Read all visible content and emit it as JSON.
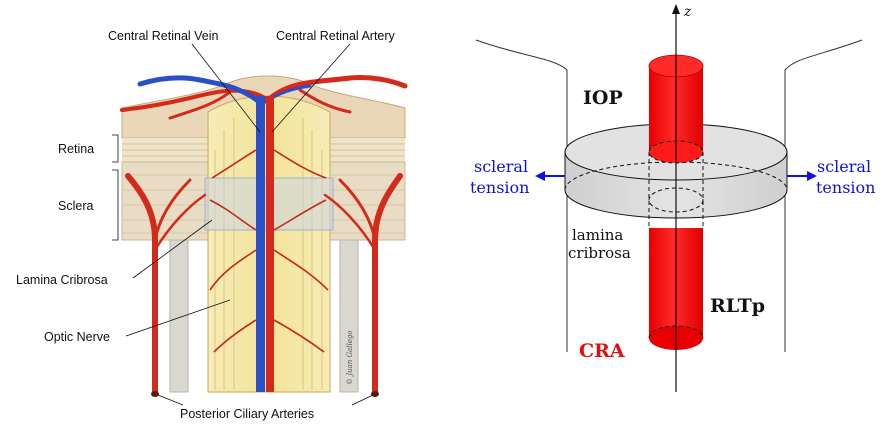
{
  "anatomy": {
    "labels": {
      "central_retinal_vein": "Central Retinal Vein",
      "central_retinal_artery": "Central Retinal Artery",
      "retina": "Retina",
      "sclera": "Sclera",
      "lamina_cribrosa": "Lamina Cribrosa",
      "optic_nerve": "Optic Nerve",
      "posterior_ciliary_arteries": "Posterior Ciliary Arteries"
    },
    "signature": "© Juan Gallego",
    "colors": {
      "artery": "#d42a1c",
      "vein": "#2a4fc8",
      "nerve": "#f4e8a6",
      "tissue": "#e9dcc4"
    }
  },
  "model": {
    "axis_label": "z",
    "labels": {
      "iop": "IOP",
      "scleral_tension_left_line1": "scleral",
      "scleral_tension_left_line2": "tension",
      "scleral_tension_right_line1": "scleral",
      "scleral_tension_right_line2": "tension",
      "lamina_line1": "lamina",
      "lamina_line2": "cribrosa",
      "rltp": "RLTp",
      "cra": "CRA"
    },
    "colors": {
      "vessel": "#ff1a1a",
      "disc": "#d6d6d6",
      "arrow": "#1010e0",
      "cra_text": "#e01010"
    }
  }
}
